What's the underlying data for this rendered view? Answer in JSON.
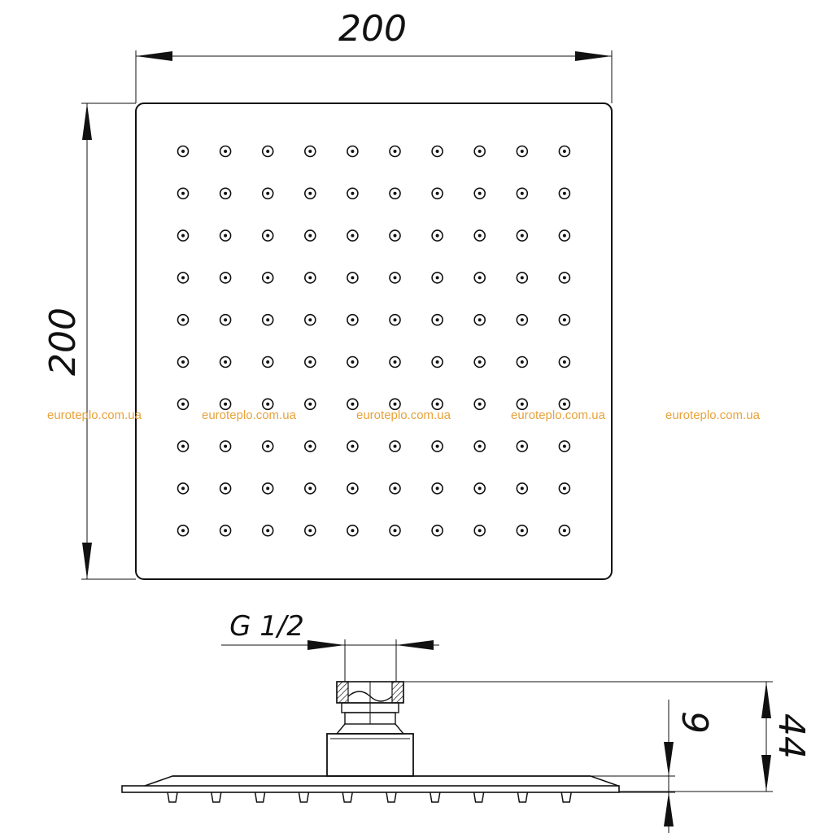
{
  "dimensions": {
    "width": "200",
    "height": "200",
    "thread": "G 1/2",
    "thickness": "9",
    "total_height": "44"
  },
  "watermarks": [
    "euroteplo.com.ua",
    "euroteplo.com.ua",
    "euroteplo.com.ua",
    "euroteplo.com.ua",
    "euroteplo.com.ua"
  ],
  "nozzle_grid": {
    "rows": 10,
    "cols": 10
  },
  "colors": {
    "line": "#111111",
    "watermark": "#e8a23a",
    "background": "#ffffff"
  }
}
